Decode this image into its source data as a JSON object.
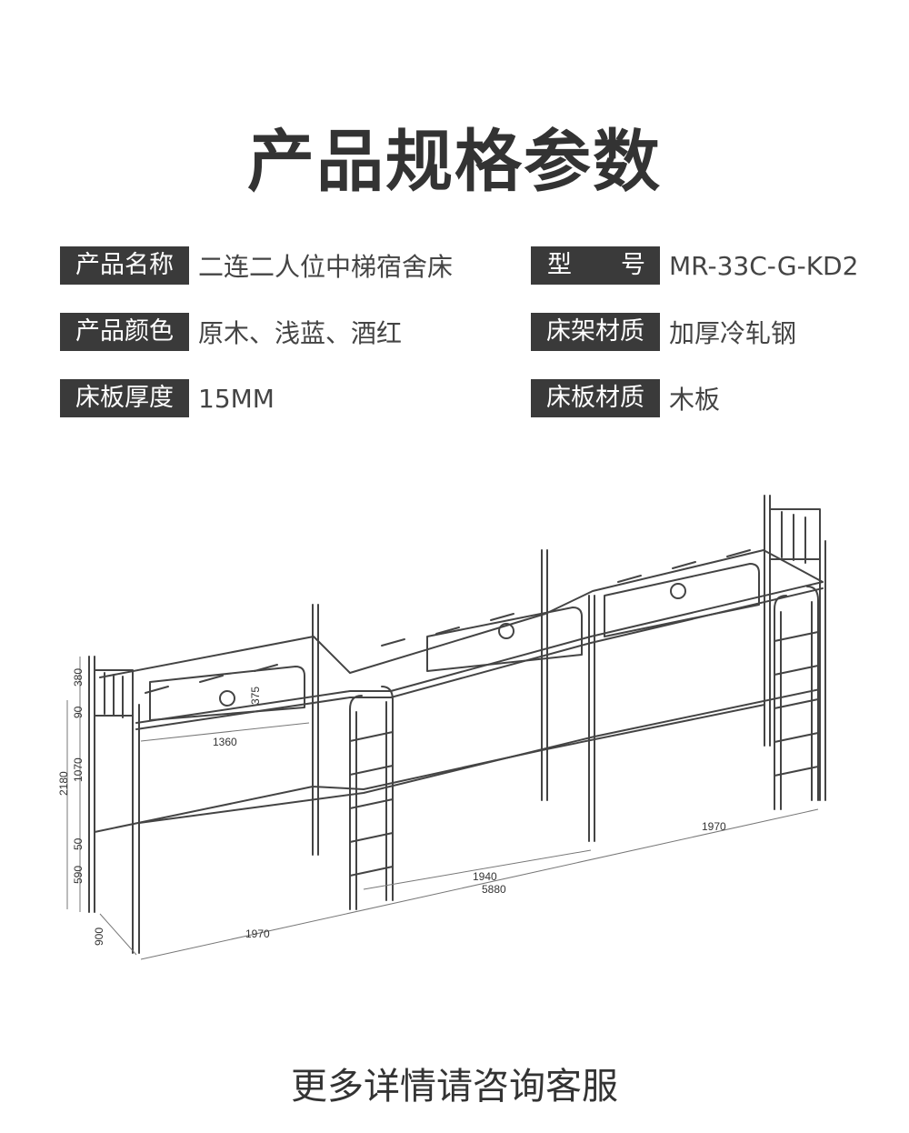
{
  "title": "产品规格参数",
  "specs": [
    {
      "label": "产品名称",
      "value": "二连二人位中梯宿舍床"
    },
    {
      "label": "型　　号",
      "value": "MR-33C-G-KD2"
    },
    {
      "label": "产品颜色",
      "value": "原木、浅蓝、酒红"
    },
    {
      "label": "床架材质",
      "value": "加厚冷轧钢"
    },
    {
      "label": "床板厚度",
      "value": "15MM"
    },
    {
      "label": "床板材质",
      "value": "木板"
    }
  ],
  "dimensions": {
    "h380": "380",
    "h90": "90",
    "h2180": "2180",
    "h1070": "1070",
    "h50": "50",
    "h590": "590",
    "h900": "900",
    "h375": "375",
    "w1360": "1360",
    "w1970_left": "1970",
    "w1970_right": "1970",
    "w1940": "1940",
    "w5880": "5880"
  },
  "footer": "更多详情请咨询客服",
  "colors": {
    "label_bg": "#3a3a3a",
    "text": "#333333",
    "line": "#444444"
  }
}
